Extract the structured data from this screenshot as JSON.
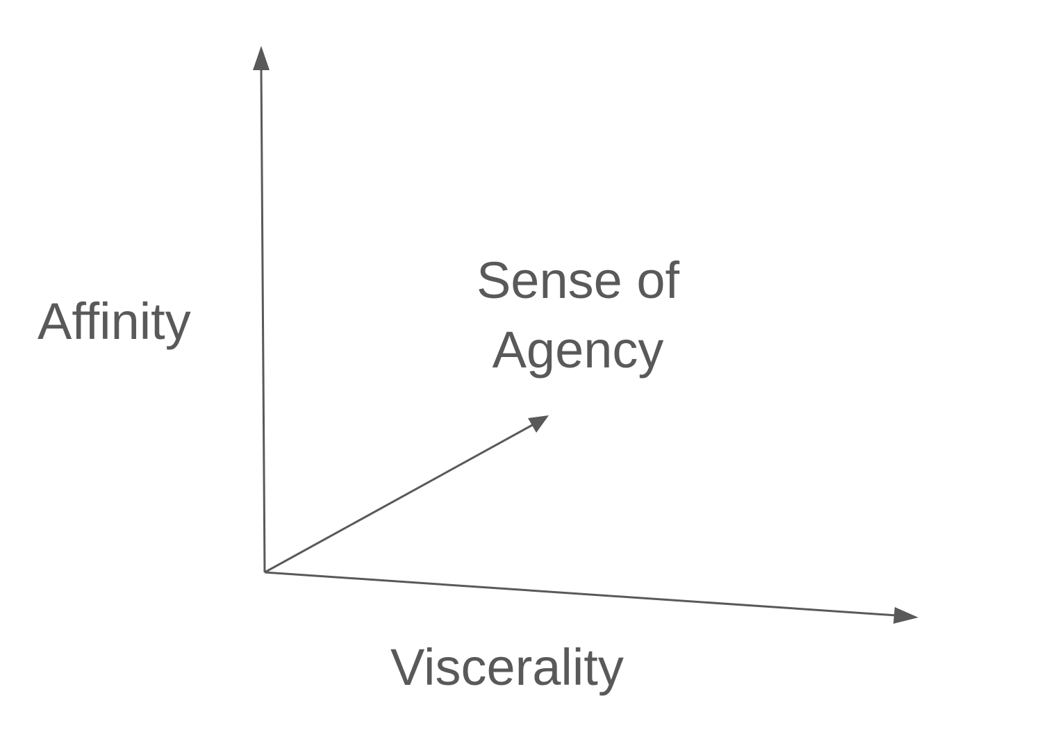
{
  "axes": {
    "vertical": {
      "label": "Affinity"
    },
    "diagonal": {
      "label_line1": "Sense of",
      "label_line2": "Agency"
    },
    "horizontal": {
      "label": "Viscerality"
    }
  },
  "colors": {
    "stroke": "#595959",
    "text": "#595959",
    "background": "#ffffff"
  }
}
